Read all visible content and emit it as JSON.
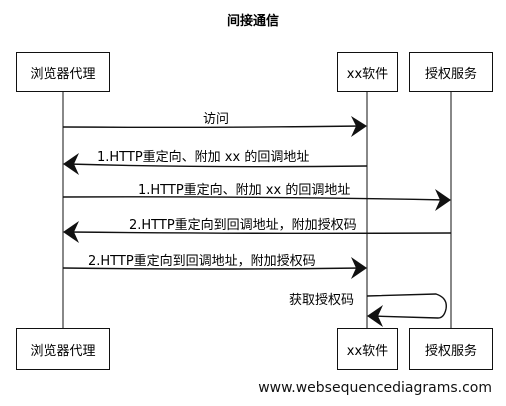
{
  "title": "间接通信",
  "participants": {
    "proxy": "浏览器代理",
    "xx": "xx软件",
    "auth": "授权服务"
  },
  "messages": [
    "访问",
    "1.HTTP重定向、附加 xx 的回调地址",
    "1.HTTP重定向、附加 xx 的回调地址",
    "2.HTTP重定向到回调地址，附加授权码",
    "2.HTTP重定向到回调地址，附加授权码",
    "获取授权码"
  ],
  "watermark": "www.websequencediagrams.com"
}
